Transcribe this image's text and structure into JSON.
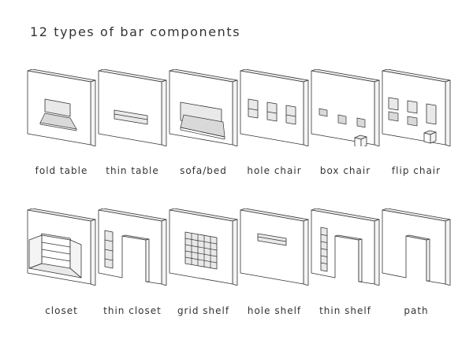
{
  "title": "12 types of bar components",
  "components": [
    {
      "label": "fold table"
    },
    {
      "label": "thin table"
    },
    {
      "label": "sofa/bed"
    },
    {
      "label": "hole chair"
    },
    {
      "label": "box chair"
    },
    {
      "label": "flip chair"
    },
    {
      "label": "closet"
    },
    {
      "label": "thin closet"
    },
    {
      "label": "grid shelf"
    },
    {
      "label": "hole shelf"
    },
    {
      "label": "thin shelf"
    },
    {
      "label": "path"
    }
  ]
}
